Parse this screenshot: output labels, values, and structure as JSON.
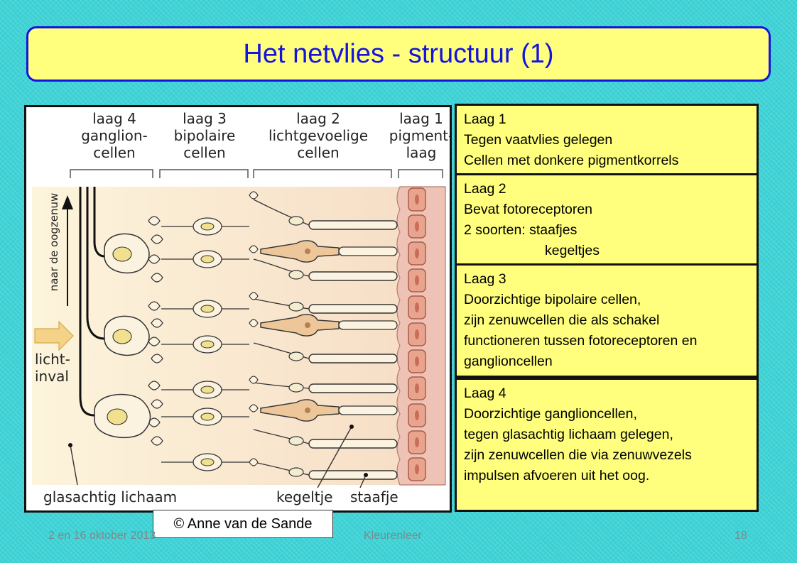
{
  "slide": {
    "title": "Het netvlies - structuur (1)",
    "copyright": "© Anne van de Sande"
  },
  "figure": {
    "layers": [
      {
        "l1": "laag 4",
        "l2": "ganglion-",
        "l3": "cellen"
      },
      {
        "l1": "laag 3",
        "l2": "bipolaire",
        "l3": "cellen"
      },
      {
        "l1": "laag 2",
        "l2": "lichtgevoelige",
        "l3": "cellen"
      },
      {
        "l1": "laag 1",
        "l2": "pigment-",
        "l3": "laag"
      }
    ],
    "optic_nerve_label": "naar de oogzenuw",
    "light_label_1": "licht-",
    "light_label_2": "inval",
    "vitreous_label": "glasachtig lichaam",
    "cone_label": "kegeltje",
    "rod_label": "staafje"
  },
  "panels": [
    {
      "lines": [
        "Laag 1",
        "Tegen vaatvlies gelegen",
        "Cellen met donkere pigmentkorrels"
      ]
    },
    {
      "lines": [
        "Laag 2",
        "Bevat fotoreceptoren",
        "2 soorten: staafjes"
      ],
      "indent_line": "kegeltjes"
    },
    {
      "lines": [
        "Laag 3",
        "Doorzichtige bipolaire cellen,",
        "zijn zenuwcellen die als schakel",
        "functioneren tussen fotoreceptoren en",
        "ganglioncellen"
      ]
    },
    {
      "lines": [
        "Laag 4",
        "Doorzichtige ganglioncellen,",
        "tegen glasachtig lichaam gelegen,",
        "zijn zenuwcellen die via zenuwvezels",
        "impulsen afvoeren uit het oog."
      ]
    }
  ],
  "footer": {
    "date": "2 en 16 oktober 2013",
    "subject": "Kleurenleer",
    "page": "18"
  },
  "colors": {
    "title_text": "#1414e0",
    "panel_bg": "#ffff7d",
    "slide_bg": "#3fd3d6"
  }
}
